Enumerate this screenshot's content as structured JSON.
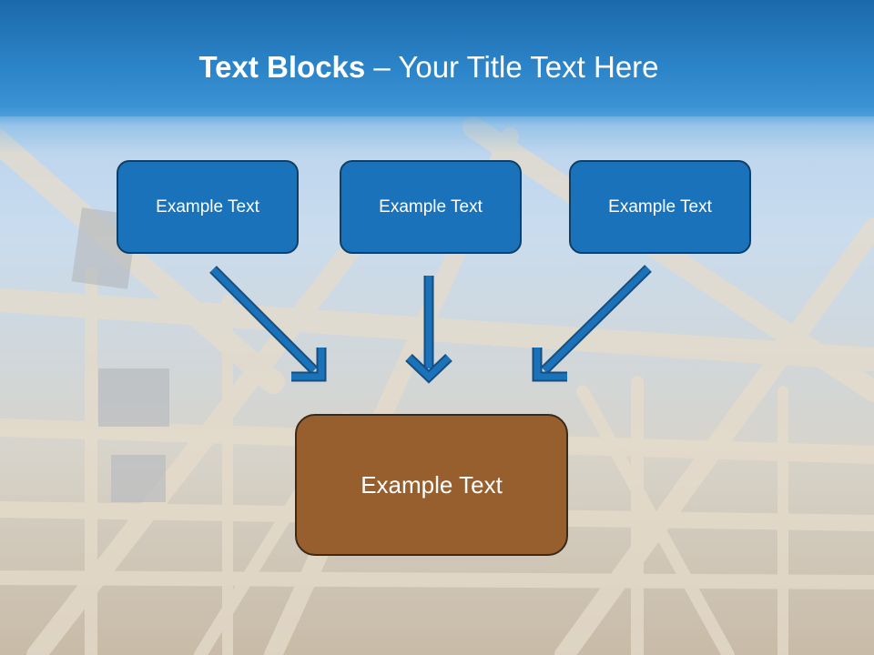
{
  "slide": {
    "title_bold": "Text Blocks",
    "title_separator": " – ",
    "title_rest": "Your Title Text Here"
  },
  "boxes": [
    {
      "label": "Example Text"
    },
    {
      "label": "Example Text"
    },
    {
      "label": "Example Text"
    }
  ],
  "center_box": {
    "label": "Example Text"
  },
  "colors": {
    "header": "#1a6aab",
    "box_blue": "#1a72ba",
    "box_brown": "#985f2e",
    "arrow": "#1a72ba"
  },
  "icons": [
    "arrow-down-right-icon",
    "arrow-down-icon",
    "arrow-down-left-icon"
  ]
}
